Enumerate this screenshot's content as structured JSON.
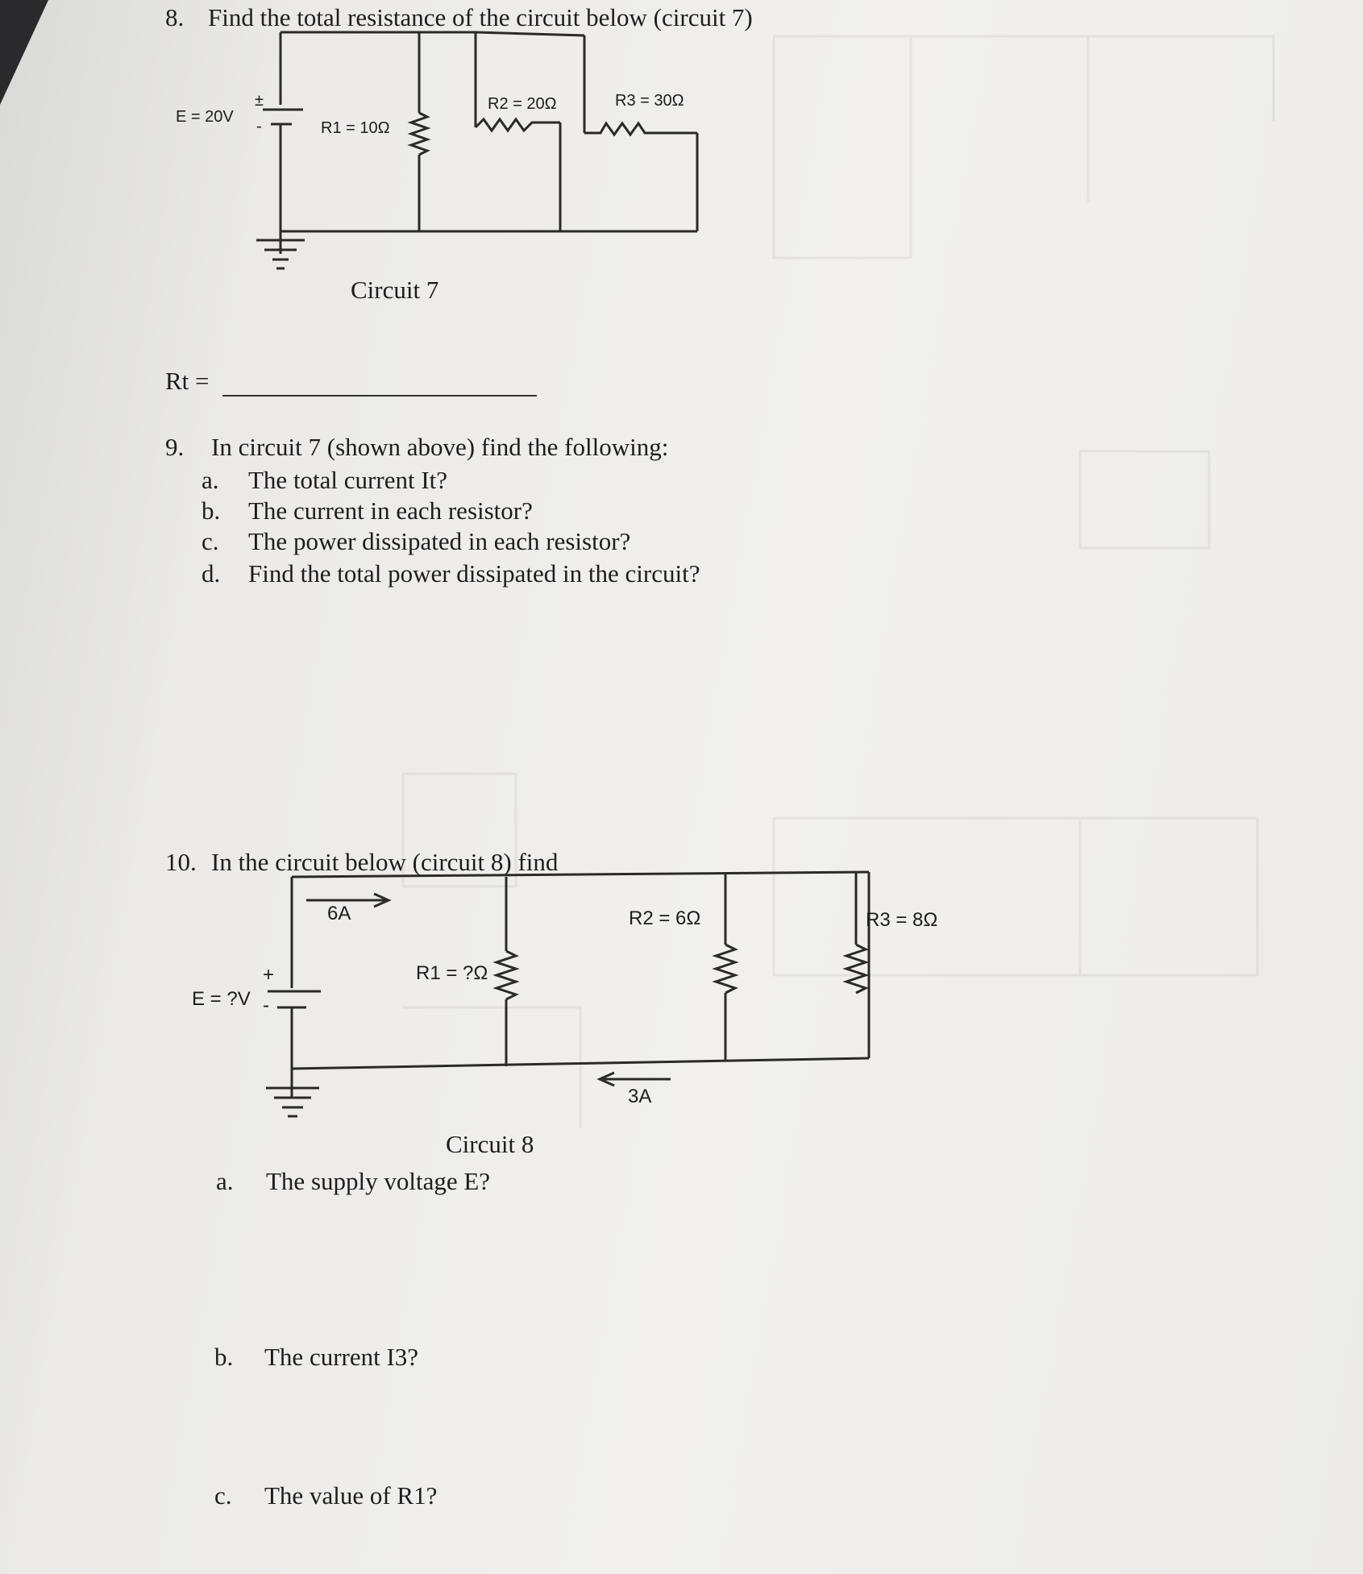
{
  "q8": {
    "number": "8.",
    "text": "Find the total resistance of the circuit below (circuit 7)",
    "answer_label": "Rt ="
  },
  "circuit7": {
    "source": "E = 20V",
    "r1": "R1 = 10Ω",
    "r2": "R2 = 20Ω",
    "r3": "R3 = 30Ω",
    "caption": "Circuit 7",
    "plus": "±",
    "minus": "-"
  },
  "q9": {
    "number": "9.",
    "text": "In circuit 7 (shown above) find the following:",
    "items": [
      {
        "letter": "a.",
        "text": "The total current It?"
      },
      {
        "letter": "b.",
        "text": "The current in each resistor?"
      },
      {
        "letter": "c.",
        "text": "The power dissipated in each resistor?"
      },
      {
        "letter": "d.",
        "text": "Find the total power dissipated in the circuit?"
      }
    ]
  },
  "q10": {
    "number": "10.",
    "text": "In the circuit below (circuit 8) find",
    "items": [
      {
        "letter": "a.",
        "text": "The supply voltage E?"
      },
      {
        "letter": "b.",
        "text": "The current I3?"
      },
      {
        "letter": "c.",
        "text": "The value of R1?"
      }
    ]
  },
  "circuit8": {
    "source": "E = ?V",
    "r1": "R1 = ?Ω",
    "r2": "R2 = 6Ω",
    "r3": "R3 = 8Ω",
    "current_top": "6A",
    "current_bottom": "3A",
    "caption": "Circuit 8",
    "plus": "+",
    "minus": "-"
  }
}
